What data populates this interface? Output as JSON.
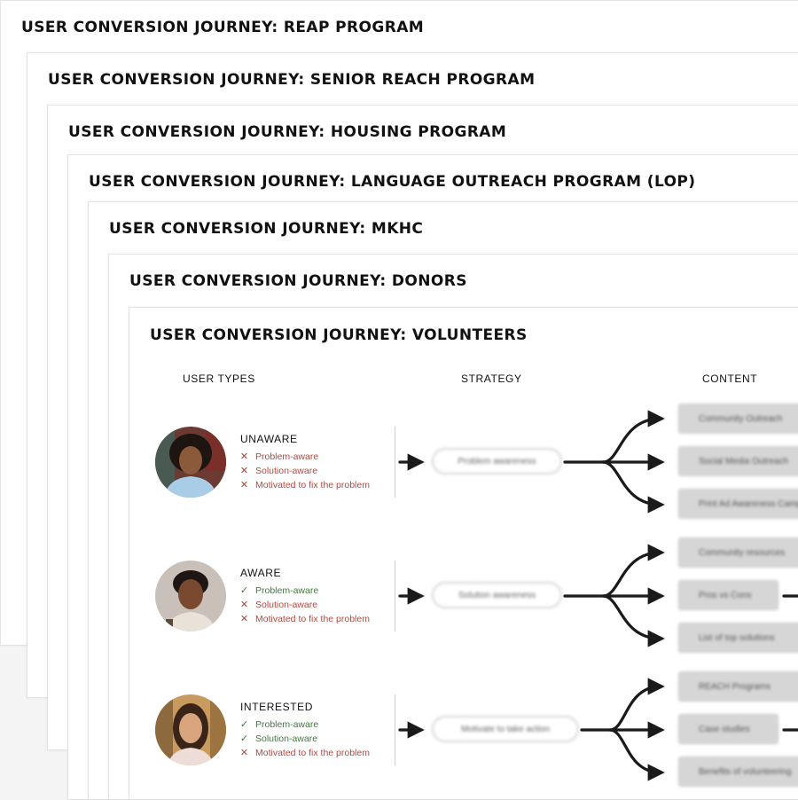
{
  "cards": [
    {
      "title": "USER CONVERSION JOURNEY: REAP PROGRAM"
    },
    {
      "title": "USER CONVERSION JOURNEY: SENIOR REACH PROGRAM"
    },
    {
      "title": "USER CONVERSION JOURNEY: HOUSING PROGRAM"
    },
    {
      "title": "USER CONVERSION JOURNEY: LANGUAGE OUTREACH PROGRAM (LOP)"
    },
    {
      "title": "USER CONVERSION JOURNEY: MKHC"
    },
    {
      "title": "USER CONVERSION JOURNEY: DONORS"
    },
    {
      "title": "USER CONVERSION JOURNEY: VOLUNTEERS"
    }
  ],
  "columns": {
    "user_types": "USER TYPES",
    "strategy": "STRATEGY",
    "content": "CONTENT"
  },
  "rows": [
    {
      "type": "UNAWARE",
      "criteria": [
        {
          "label": "Problem-aware",
          "met": false,
          "icon": "x-icon"
        },
        {
          "label": "Solution-aware",
          "met": false,
          "icon": "x-icon"
        },
        {
          "label": "Motivated to fix the problem",
          "met": false,
          "icon": "x-icon"
        }
      ],
      "strategy": "Problem awareness",
      "content": [
        "Community Outreach",
        "Social Media Outreach",
        "Print Ad Awareness Campaign"
      ]
    },
    {
      "type": "AWARE",
      "criteria": [
        {
          "label": "Problem-aware",
          "met": true,
          "icon": "check-icon"
        },
        {
          "label": "Solution-aware",
          "met": false,
          "icon": "x-icon"
        },
        {
          "label": "Motivated to fix the problem",
          "met": false,
          "icon": "x-icon"
        }
      ],
      "strategy": "Solution awareness",
      "content": [
        "Community resources",
        "Pros vs Cons",
        "List of top solutions"
      ]
    },
    {
      "type": "INTERESTED",
      "criteria": [
        {
          "label": "Problem-aware",
          "met": true,
          "icon": "check-icon"
        },
        {
          "label": "Solution-aware",
          "met": true,
          "icon": "check-icon"
        },
        {
          "label": "Motivated to fix the problem",
          "met": false,
          "icon": "x-icon"
        }
      ],
      "strategy": "Motivate to take action",
      "content": [
        "REACH Programs",
        "Case studies",
        "Benefits of volunteering"
      ]
    }
  ],
  "colors": {
    "unmet": "#b8473e",
    "met": "#3f7a3c",
    "arrow": "#1a1a1a"
  }
}
